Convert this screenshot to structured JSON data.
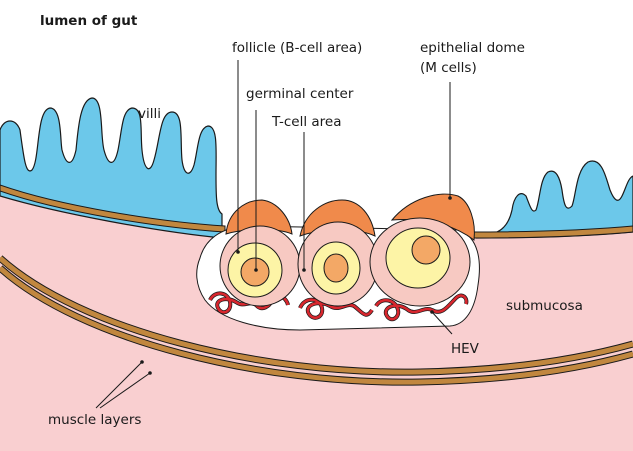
{
  "diagram": {
    "labels": {
      "lumen": "lumen of gut",
      "follicle": "follicle (B-cell area)",
      "epithelial_dome_line1": "epithelial dome",
      "epithelial_dome_line2": "(M cells)",
      "germinal_center": "germinal center",
      "villi": "villi",
      "t_cell_area": "T-cell area",
      "submucosa": "submucosa",
      "hev": "HEV",
      "muscle_layers": "muscle layers"
    },
    "colors": {
      "villi": "#6cc8ea",
      "submucosa": "#f9cfd0",
      "brown_layer": "#c1873f",
      "dome": "#f08a4b",
      "follicle_outer": "#f7c9c2",
      "follicle_inner": "#fdf4a6",
      "germinal_center": "#f3a866",
      "hev": "#d8272e"
    }
  }
}
